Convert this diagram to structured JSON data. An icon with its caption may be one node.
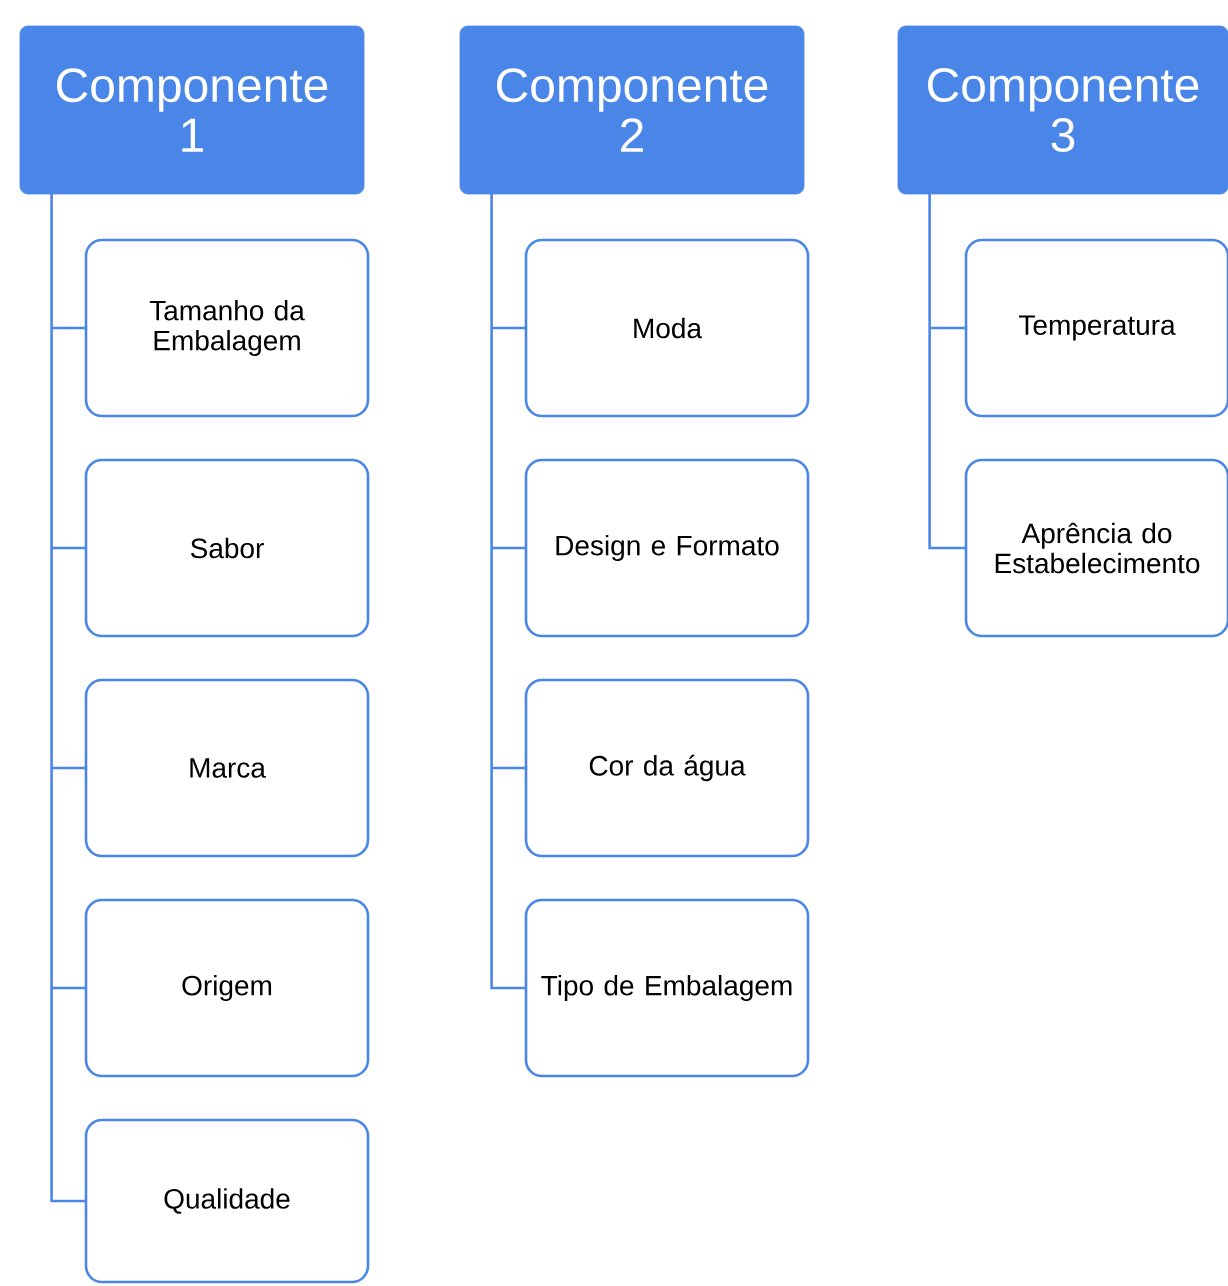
{
  "diagram": {
    "nodes": [
      {
        "text": [
          "Componente 1"
        ]
      },
      {
        "text": [
          "Tamanho da Embalagem"
        ]
      },
      {
        "text": [
          "Sabor"
        ]
      },
      {
        "text": [
          "Marca"
        ]
      },
      {
        "text": [
          "Origem"
        ]
      },
      {
        "text": [
          "Qualidade"
        ]
      },
      {
        "text": [
          "Componente 2"
        ]
      },
      {
        "text": [
          "Moda"
        ]
      },
      {
        "text": [
          "Design e Formato"
        ]
      },
      {
        "text": [
          "Cor da água"
        ]
      },
      {
        "text": [
          "Tipo de Embalagem"
        ]
      },
      {
        "text": [
          "Componente 3"
        ]
      },
      {
        "text": [
          "Temperatura"
        ]
      },
      {
        "text": [
          "Aprência do Estabelecimento"
        ]
      }
    ],
    "edges": [
      {
        "from": 0,
        "to": 1,
        "arrow": "none"
      },
      {
        "from": 0,
        "to": 2,
        "arrow": "none"
      },
      {
        "from": 0,
        "to": 3,
        "arrow": "none"
      },
      {
        "from": 0,
        "to": 4,
        "arrow": "none"
      },
      {
        "from": 0,
        "to": 5,
        "arrow": "none"
      },
      {
        "from": 6,
        "to": 7,
        "arrow": "none"
      },
      {
        "from": 6,
        "to": 8,
        "arrow": "none"
      },
      {
        "from": 6,
        "to": 9,
        "arrow": "none"
      },
      {
        "from": 6,
        "to": 10,
        "arrow": "none"
      },
      {
        "from": 11,
        "to": 12,
        "arrow": "none"
      },
      {
        "from": 11,
        "to": 13,
        "arrow": "none"
      }
    ]
  }
}
